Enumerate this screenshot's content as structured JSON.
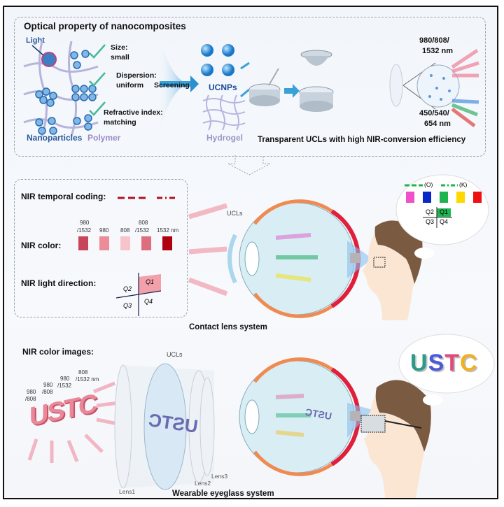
{
  "top_panel": {
    "title": "Optical property of nanocomposites",
    "light_label": "Light",
    "criteria": [
      {
        "name": "Size:",
        "value": "small"
      },
      {
        "name": "Dispersion:",
        "value": "uniform"
      },
      {
        "name": "Refractive index:",
        "value": "matching"
      }
    ],
    "nanoparticles_label": "Nanoparticles",
    "polymer_label": "Polymer",
    "screening_label": "Screening",
    "ucnps_label": "UCNPs",
    "hydrogel_label": "Hydrogel",
    "nir_in_label_1": "980/808/",
    "nir_in_label_2": "1532 nm",
    "vis_out_label_1": "450/540/",
    "vis_out_label_2": "654 nm",
    "caption": "Transparent UCLs with high NIR-conversion efficiency"
  },
  "middle_panel": {
    "temporal_coding_label": "NIR temporal coding:",
    "color_label": "NIR color:",
    "swatches": [
      {
        "label_1": "980",
        "label_2": "/1532",
        "color": "#c8465a"
      },
      {
        "label_1": "",
        "label_2": "980",
        "color": "#ec8c98"
      },
      {
        "label_1": "",
        "label_2": "808",
        "color": "#f8c4cc"
      },
      {
        "label_1": "808",
        "label_2": "/1532",
        "color": "#de6e7e"
      },
      {
        "label_1": "",
        "label_2": "1532 nm",
        "color": "#b00010"
      }
    ],
    "direction_label": "NIR light direction:",
    "quadrants": [
      "Q1",
      "Q2",
      "Q3",
      "Q4"
    ],
    "ucls_label": "UCLs",
    "caption": "Contact lens system",
    "bubble": {
      "code_o": "(O)",
      "code_k": "(K)",
      "colors": [
        "#f050c8",
        "#0a28c8",
        "#1eb450",
        "#ffd800",
        "#ee1010"
      ],
      "quadrants": [
        "Q1",
        "Q2",
        "Q3",
        "Q4"
      ],
      "highlight_color": "#1eb450"
    }
  },
  "bottom_panel": {
    "title": "NIR color images:",
    "wavelength_labels": [
      {
        "l1": "980",
        "l2": "/808"
      },
      {
        "l1": "980",
        "l2": "/808"
      },
      {
        "l1": "980",
        "l2": "/1532"
      },
      {
        "l1": "808",
        "l2": "/1532 nm"
      }
    ],
    "source_text": "USTC",
    "ucls_label": "UCLs",
    "lens1_label": "Lens1",
    "lens2_label": "Lens2",
    "lens3_label": "Lens3",
    "caption": "Wearable eyeglass system",
    "bubble_text": "USTC",
    "bubble_letter_colors": [
      "#2a9a8a",
      "#4a5ad8",
      "#e04a7a",
      "#f0b020"
    ]
  }
}
